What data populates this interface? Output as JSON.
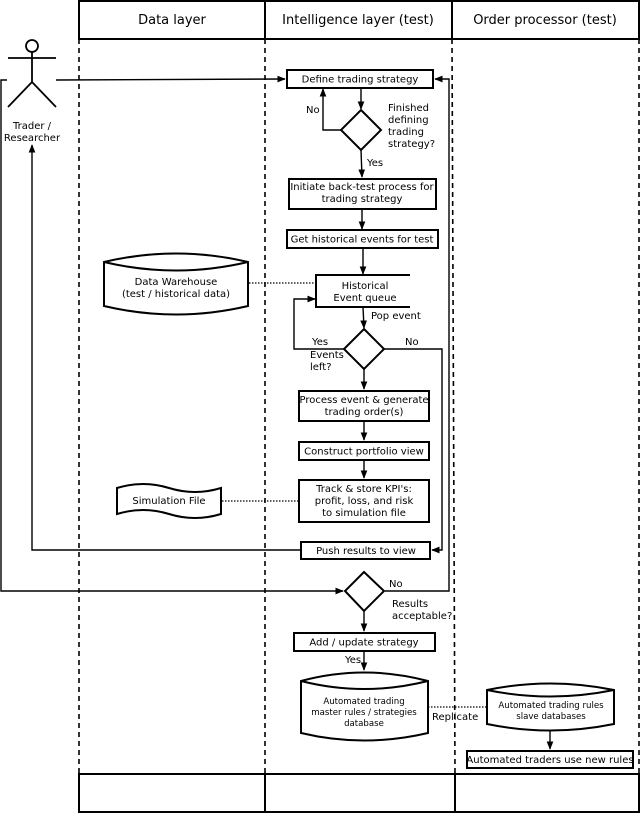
{
  "lanes": {
    "data_layer": "Data layer",
    "intelligence_layer": "Intelligence layer (test)",
    "order_processor": "Order processor (test)"
  },
  "actor": {
    "line1": "Trader /",
    "line2": "Researcher"
  },
  "nodes": {
    "define_strategy": "Define trading strategy",
    "finished_q": [
      "Finished",
      "defining",
      "trading",
      "strategy?"
    ],
    "initiate_backtest": [
      "Initiate back-test process for",
      "trading strategy"
    ],
    "get_historical": "Get historical events for test",
    "data_warehouse": [
      "Data Warehouse",
      "(test / historical data)"
    ],
    "event_queue": [
      "Historical",
      "Event queue"
    ],
    "events_left_q": [
      "Events",
      "left?"
    ],
    "process_event": [
      "Process event & generate",
      "trading order(s)"
    ],
    "portfolio_view": "Construct portfolio view",
    "track_kpi": [
      "Track & store KPI's:",
      "profit, loss, and risk",
      "to simulation file"
    ],
    "simulation_file": "Simulation File",
    "push_results": "Push results to view",
    "results_q": [
      "Results",
      "acceptable?"
    ],
    "add_update": "Add / update strategy",
    "master_db": [
      "Automated trading",
      "master rules / strategies",
      "database"
    ],
    "slave_db": [
      "Automated trading rules",
      "slave databases"
    ],
    "traders_use": "Automated traders use new rules"
  },
  "labels": {
    "no_finished": "No",
    "yes_finished": "Yes",
    "pop_event": "Pop event",
    "yes_events": "Yes",
    "no_events": "No",
    "no_results": "No",
    "yes_results": "Yes",
    "replicate": "Replicate"
  }
}
